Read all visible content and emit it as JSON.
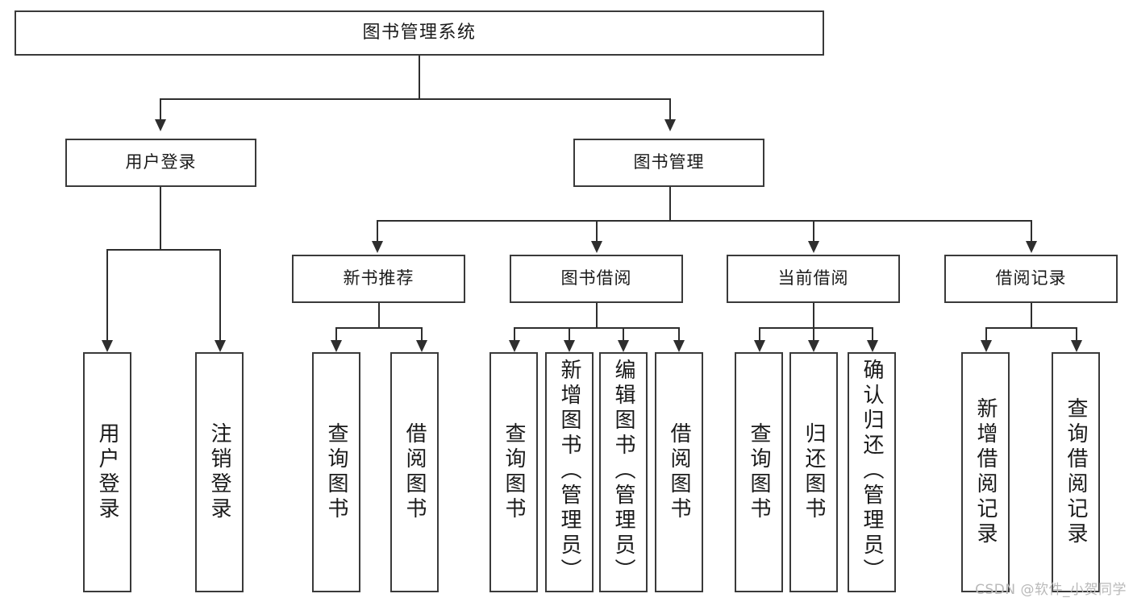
{
  "diagram": {
    "title": "图书管理系统",
    "type": "function-structure-tree",
    "root": {
      "label": "图书管理系统"
    },
    "level2": [
      {
        "label": "用户登录"
      },
      {
        "label": "图书管理"
      }
    ],
    "level3": [
      {
        "label": "新书推荐"
      },
      {
        "label": "图书借阅"
      },
      {
        "label": "当前借阅"
      },
      {
        "label": "借阅记录"
      }
    ],
    "leaves": {
      "user_login": [
        {
          "label": "用户登录"
        },
        {
          "label": "注销登录"
        }
      ],
      "new_book_recommend": [
        {
          "label": "查询图书"
        },
        {
          "label": "借阅图书"
        }
      ],
      "book_borrow": [
        {
          "label": "查询图书"
        },
        {
          "label": "新增图书（管理员）"
        },
        {
          "label": "编辑图书（管理员）"
        },
        {
          "label": "借阅图书"
        }
      ],
      "current_borrow": [
        {
          "label": "查询图书"
        },
        {
          "label": "归还图书"
        },
        {
          "label": "确认归还（管理员）"
        }
      ],
      "borrow_record": [
        {
          "label": "新增借阅记录"
        },
        {
          "label": "查询借阅记录"
        }
      ]
    }
  },
  "watermark": {
    "text": "CSDN @软件_小贺同学"
  },
  "colors": {
    "background": "#ffffff",
    "box_border": "#3a3a3a",
    "connector": "#2e2e2e",
    "text": "#1a1a1a",
    "watermark": "#b9b9b9"
  }
}
